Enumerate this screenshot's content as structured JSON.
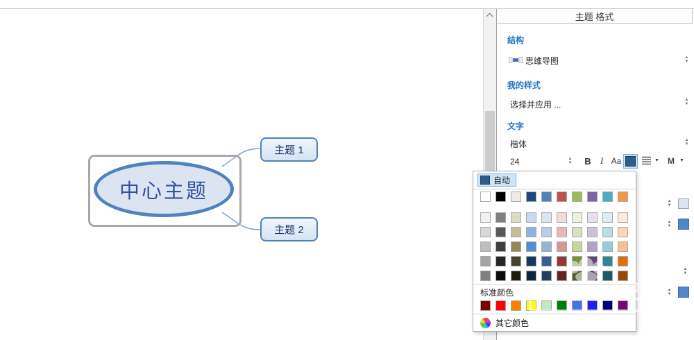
{
  "mindmap": {
    "central_topic": "中心主题",
    "topics": [
      "主题 1",
      "主题 2"
    ]
  },
  "panel": {
    "title": "主题 格式",
    "structure": {
      "label": "结构",
      "value": "思维导图"
    },
    "my_styles": {
      "label": "我的样式",
      "value": "选择并应用 ..."
    },
    "text_section": {
      "label": "文字",
      "font_name": "楷体",
      "font_size": "24",
      "bold": "B",
      "italic": "I",
      "case": "Aa",
      "marker": "M"
    },
    "hidden_controls": {
      "swatch_light": "#DCE4F1",
      "swatch_blue_1": "#4F87C8",
      "swatch_blue_2": "#4F87C8"
    }
  },
  "color_picker": {
    "auto_label": "自动",
    "auto_color": "#2E5E8E",
    "theme_colors": [
      "#FFFFFF",
      "#000000",
      "#EEECE1",
      "#1F497D",
      "#4F81BD",
      "#C0504D",
      "#9BBB59",
      "#8064A2",
      "#4BACC6",
      "#F79646"
    ],
    "variant_rows": [
      [
        "#F2F2F2",
        "#7F7F7F",
        "#DDD9C3",
        "#C6D9F0",
        "#DBE5F1",
        "#F2DCDB",
        "#EBF1DD",
        "#E6E0EC",
        "#DBEEF3",
        "#FDEADA"
      ],
      [
        "#D8D8D8",
        "#595959",
        "#C4BD97",
        "#8DB3E2",
        "#B8CCE4",
        "#E5B9B7",
        "#D7E3BC",
        "#CCC1D9",
        "#B7DDE8",
        "#FBD5B5"
      ],
      [
        "#BFBFBF",
        "#3F3F3F",
        "#938953",
        "#548DD4",
        "#95B3D7",
        "#D99694",
        "#C3D69B",
        "#B2A2C7",
        "#92CDDC",
        "#FAC08F"
      ],
      [
        "#A5A5A5",
        "#262626",
        "#494429",
        "#17365D",
        "#366092",
        "#943634",
        "#76923C",
        "#5F497A",
        "#31859B",
        "#E36C09"
      ],
      [
        "#7F7F7F",
        "#0C0C0C",
        "#1D1B10",
        "#0F243E",
        "#244061",
        "#632423",
        "#4F6128",
        "#3F3151",
        "#205867",
        "#974806"
      ]
    ],
    "standard_label": "标准颜色",
    "standard_colors": [
      "#7F0000",
      "#FF0000",
      "#FF8000",
      "#FFFF00",
      "#BFE8BF",
      "#008000",
      "#4472E8",
      "#2020F0",
      "#000080",
      "#750775"
    ],
    "more_colors_label": "其它颜色"
  },
  "colors": {
    "ellipse_stroke": "#5082C0",
    "ellipse_fill": "#DCE4F2",
    "topic_border": "#4E81BD",
    "selection_border": "#A8A8A8",
    "accent_blue": "#2271C3"
  }
}
